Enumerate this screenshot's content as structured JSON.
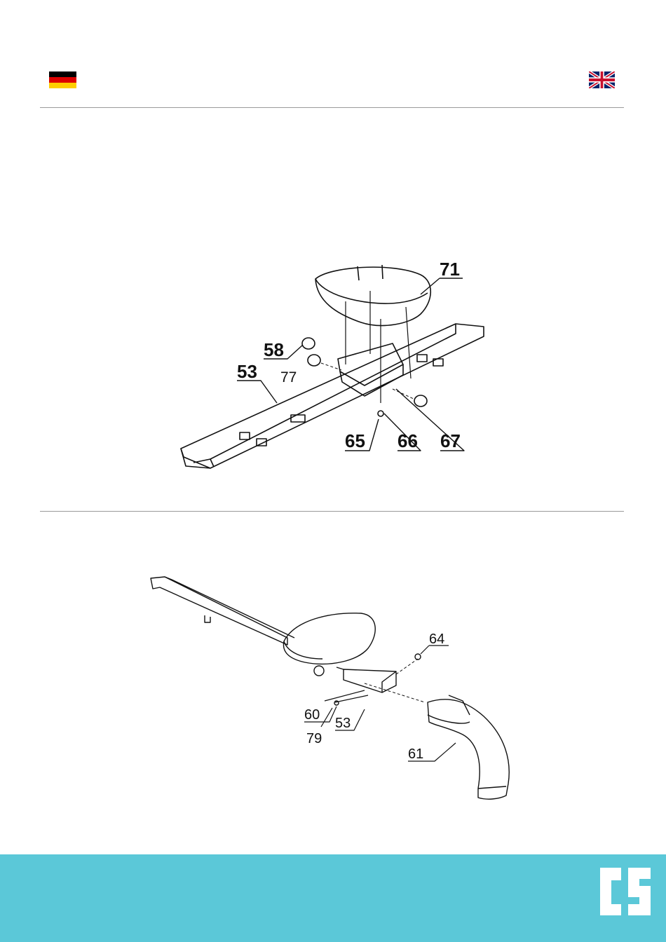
{
  "header": {
    "flag_left": "german-flag-icon",
    "flag_right": "uk-flag-icon"
  },
  "diagram1": {
    "labels": {
      "p71": "71",
      "p58": "58",
      "p53": "53",
      "p77": "77",
      "p65": "65",
      "p66": "66",
      "p67": "67"
    }
  },
  "diagram2": {
    "labels": {
      "p64": "64",
      "p60": "60",
      "p53": "53",
      "p79": "79",
      "p61": "61"
    }
  },
  "footer": {
    "color": "#5bc8d8",
    "logo": "cs-logo-icon"
  }
}
